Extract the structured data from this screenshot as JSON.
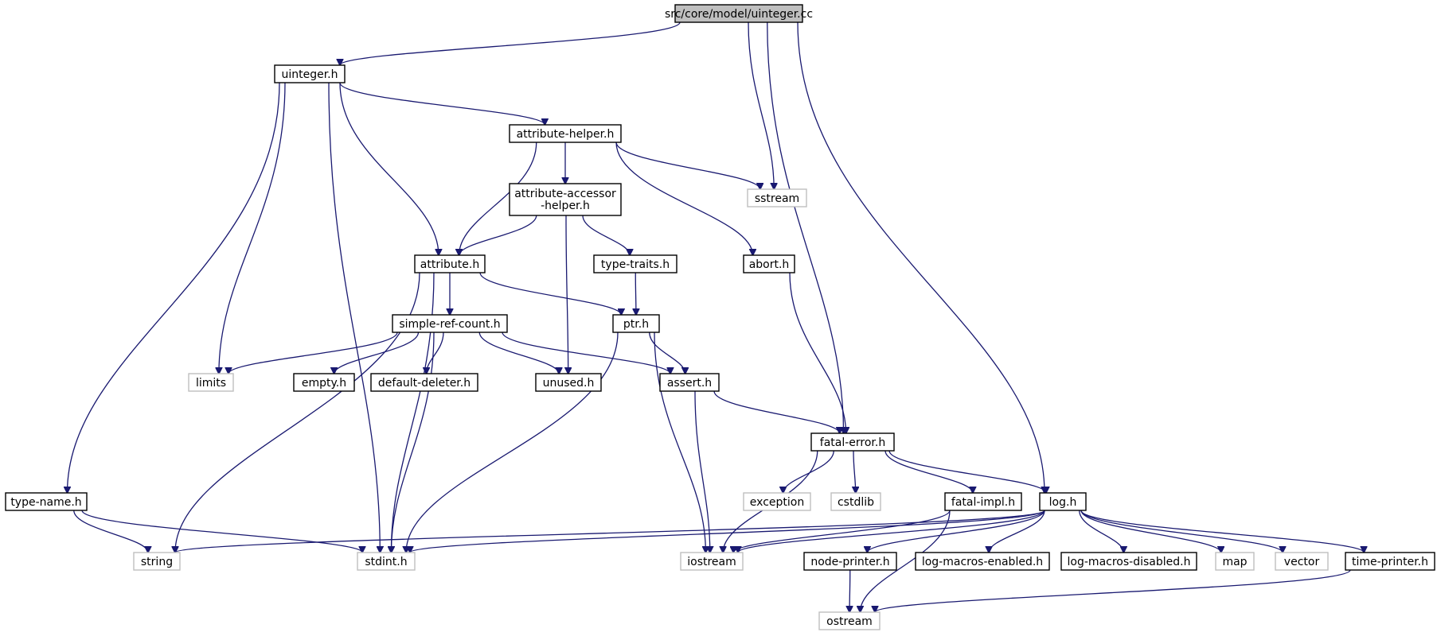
{
  "diagram": {
    "nodes": [
      {
        "id": "uinteger_cc",
        "label": "src/core/model/uinteger.cc",
        "kind": "root"
      },
      {
        "id": "uinteger_h",
        "label": "uinteger.h",
        "kind": "doc"
      },
      {
        "id": "attribute_helper_h",
        "label": "attribute-helper.h",
        "kind": "doc"
      },
      {
        "id": "attribute_accessor_helper_h",
        "label": "attribute-accessor\n-helper.h",
        "kind": "doc"
      },
      {
        "id": "sstream",
        "label": "sstream",
        "kind": "ext"
      },
      {
        "id": "attribute_h",
        "label": "attribute.h",
        "kind": "doc"
      },
      {
        "id": "type_traits_h",
        "label": "type-traits.h",
        "kind": "doc"
      },
      {
        "id": "abort_h",
        "label": "abort.h",
        "kind": "doc"
      },
      {
        "id": "simple_ref_count_h",
        "label": "simple-ref-count.h",
        "kind": "doc"
      },
      {
        "id": "ptr_h",
        "label": "ptr.h",
        "kind": "doc"
      },
      {
        "id": "limits",
        "label": "limits",
        "kind": "ext"
      },
      {
        "id": "empty_h",
        "label": "empty.h",
        "kind": "doc"
      },
      {
        "id": "default_deleter_h",
        "label": "default-deleter.h",
        "kind": "doc"
      },
      {
        "id": "unused_h",
        "label": "unused.h",
        "kind": "doc"
      },
      {
        "id": "assert_h",
        "label": "assert.h",
        "kind": "doc"
      },
      {
        "id": "fatal_error_h",
        "label": "fatal-error.h",
        "kind": "doc"
      },
      {
        "id": "type_name_h",
        "label": "type-name.h",
        "kind": "doc"
      },
      {
        "id": "exception",
        "label": "exception",
        "kind": "ext"
      },
      {
        "id": "cstdlib",
        "label": "cstdlib",
        "kind": "ext"
      },
      {
        "id": "fatal_impl_h",
        "label": "fatal-impl.h",
        "kind": "doc"
      },
      {
        "id": "log_h",
        "label": "log.h",
        "kind": "doc"
      },
      {
        "id": "string",
        "label": "string",
        "kind": "ext"
      },
      {
        "id": "stdint_h",
        "label": "stdint.h",
        "kind": "ext"
      },
      {
        "id": "iostream",
        "label": "iostream",
        "kind": "ext"
      },
      {
        "id": "node_printer_h",
        "label": "node-printer.h",
        "kind": "doc"
      },
      {
        "id": "log_macros_enabled_h",
        "label": "log-macros-enabled.h",
        "kind": "doc"
      },
      {
        "id": "log_macros_disabled_h",
        "label": "log-macros-disabled.h",
        "kind": "doc"
      },
      {
        "id": "map",
        "label": "map",
        "kind": "ext"
      },
      {
        "id": "vector",
        "label": "vector",
        "kind": "ext"
      },
      {
        "id": "time_printer_h",
        "label": "time-printer.h",
        "kind": "doc"
      },
      {
        "id": "ostream",
        "label": "ostream",
        "kind": "ext"
      }
    ],
    "edges": [
      {
        "from": "uinteger_cc",
        "to": "uinteger_h"
      },
      {
        "from": "uinteger_cc",
        "to": "sstream"
      },
      {
        "from": "uinteger_cc",
        "to": "fatal_error_h"
      },
      {
        "from": "uinteger_cc",
        "to": "log_h"
      },
      {
        "from": "uinteger_h",
        "to": "type_name_h"
      },
      {
        "from": "uinteger_h",
        "to": "stdint_h"
      },
      {
        "from": "uinteger_h",
        "to": "limits"
      },
      {
        "from": "uinteger_h",
        "to": "attribute_h"
      },
      {
        "from": "uinteger_h",
        "to": "attribute_helper_h"
      },
      {
        "from": "attribute_helper_h",
        "to": "attribute_h"
      },
      {
        "from": "attribute_helper_h",
        "to": "attribute_accessor_helper_h"
      },
      {
        "from": "attribute_helper_h",
        "to": "sstream"
      },
      {
        "from": "attribute_helper_h",
        "to": "abort_h"
      },
      {
        "from": "attribute_accessor_helper_h",
        "to": "attribute_h"
      },
      {
        "from": "attribute_accessor_helper_h",
        "to": "unused_h"
      },
      {
        "from": "attribute_accessor_helper_h",
        "to": "type_traits_h"
      },
      {
        "from": "attribute_h",
        "to": "string"
      },
      {
        "from": "attribute_h",
        "to": "stdint_h"
      },
      {
        "from": "attribute_h",
        "to": "simple_ref_count_h"
      },
      {
        "from": "attribute_h",
        "to": "ptr_h"
      },
      {
        "from": "type_traits_h",
        "to": "ptr_h"
      },
      {
        "from": "abort_h",
        "to": "fatal_error_h"
      },
      {
        "from": "simple_ref_count_h",
        "to": "limits"
      },
      {
        "from": "simple_ref_count_h",
        "to": "empty_h"
      },
      {
        "from": "simple_ref_count_h",
        "to": "default_deleter_h"
      },
      {
        "from": "simple_ref_count_h",
        "to": "stdint_h"
      },
      {
        "from": "simple_ref_count_h",
        "to": "unused_h"
      },
      {
        "from": "simple_ref_count_h",
        "to": "assert_h"
      },
      {
        "from": "ptr_h",
        "to": "stdint_h"
      },
      {
        "from": "ptr_h",
        "to": "assert_h"
      },
      {
        "from": "ptr_h",
        "to": "iostream"
      },
      {
        "from": "assert_h",
        "to": "iostream"
      },
      {
        "from": "assert_h",
        "to": "fatal_error_h"
      },
      {
        "from": "fatal_error_h",
        "to": "exception"
      },
      {
        "from": "fatal_error_h",
        "to": "cstdlib"
      },
      {
        "from": "fatal_error_h",
        "to": "iostream"
      },
      {
        "from": "fatal_error_h",
        "to": "fatal_impl_h"
      },
      {
        "from": "fatal_error_h",
        "to": "log_h"
      },
      {
        "from": "type_name_h",
        "to": "string"
      },
      {
        "from": "type_name_h",
        "to": "stdint_h"
      },
      {
        "from": "fatal_impl_h",
        "to": "iostream"
      },
      {
        "from": "fatal_impl_h",
        "to": "ostream"
      },
      {
        "from": "log_h",
        "to": "string"
      },
      {
        "from": "log_h",
        "to": "stdint_h"
      },
      {
        "from": "log_h",
        "to": "iostream"
      },
      {
        "from": "log_h",
        "to": "node_printer_h"
      },
      {
        "from": "log_h",
        "to": "log_macros_enabled_h"
      },
      {
        "from": "log_h",
        "to": "log_macros_disabled_h"
      },
      {
        "from": "log_h",
        "to": "map"
      },
      {
        "from": "log_h",
        "to": "vector"
      },
      {
        "from": "log_h",
        "to": "time_printer_h"
      },
      {
        "from": "node_printer_h",
        "to": "ostream"
      },
      {
        "from": "time_printer_h",
        "to": "ostream"
      }
    ]
  }
}
